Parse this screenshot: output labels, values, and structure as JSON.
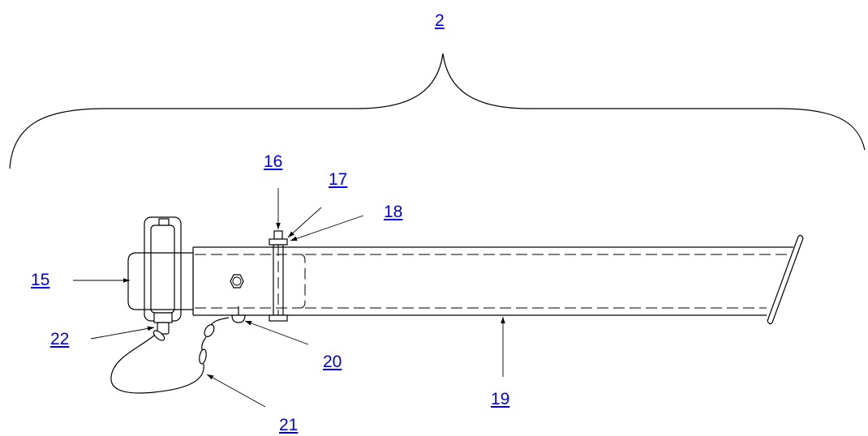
{
  "link_color": "#0000ee",
  "line_color": "#000000",
  "callouts": {
    "assembly": "2",
    "c15": "15",
    "c16": "16",
    "c17": "17",
    "c18": "18",
    "c19": "19",
    "c20": "20",
    "c21": "21",
    "c22": "22"
  }
}
